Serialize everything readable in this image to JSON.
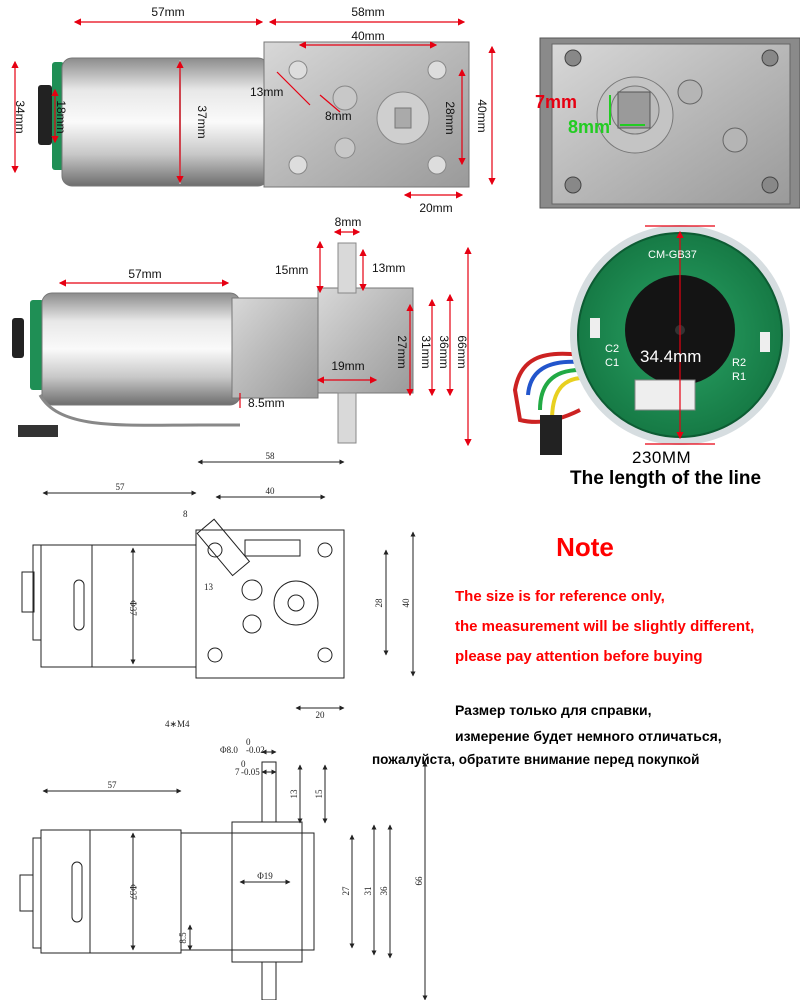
{
  "photo_top_dims": {
    "motor_length": "57mm",
    "gearbox_length": "58mm",
    "hole_spacing_x": "40mm",
    "height_total": "34mm",
    "encoder_dia": "18mm",
    "motor_dia": "37mm",
    "offset_13": "13mm",
    "offset_8": "8mm",
    "hole_spacing_y": "28mm",
    "gearbox_height": "40mm",
    "shaft_offset": "20mm"
  },
  "photo_closeup_dims": {
    "flat_7": "7mm",
    "flat_8": "8mm"
  },
  "photo_side_dims": {
    "shaft_dia": "8mm",
    "shaft_15": "15mm",
    "shaft_13": "13mm",
    "motor_length": "57mm",
    "width_27": "27mm",
    "width_31": "31mm",
    "width_36": "36mm",
    "total_66": "66mm",
    "boss_19": "19mm",
    "offset_8_5": "8.5mm"
  },
  "encoder": {
    "board_label": "CM-GB37",
    "diameter": "34.4mm",
    "c2": "C2",
    "c1": "C1",
    "r2": "R2",
    "r1": "R1",
    "cable_length": "230MM",
    "cable_caption": "The length of the line"
  },
  "cad_top": {
    "d57": "57",
    "d58": "58",
    "d40": "40",
    "d8": "8",
    "d13": "13",
    "d37": "Φ37",
    "d28": "28",
    "d40v": "40",
    "d20": "20",
    "holes": "4∗M4"
  },
  "cad_side": {
    "shaft_tol": "Φ8.0",
    "shaft_tol_up": "0",
    "shaft_tol_dn": "-0.02",
    "flat_tol": "7",
    "flat_tol_up": "0",
    "flat_tol_dn": "-0.05",
    "d57": "57",
    "d13": "13",
    "d15": "15",
    "d37": "Φ37",
    "d19": "Φ19",
    "d27": "27",
    "d31": "31",
    "d36": "36",
    "d66": "66",
    "d8_5": "8.5"
  },
  "note": {
    "title": "Note",
    "line1": "The size is for reference only,",
    "line2": "the measurement will be slightly different,",
    "line3": "please pay attention before buying"
  },
  "note_ru": {
    "line1": "Размер только для справки,",
    "line2": "измерение будет немного отличаться,",
    "line3": "пожалуйста, обратите внимание перед покупкой"
  },
  "colors": {
    "dim_red": "#e60012",
    "dim_green": "#22cc22",
    "pcb_green": "#1f8f55"
  }
}
